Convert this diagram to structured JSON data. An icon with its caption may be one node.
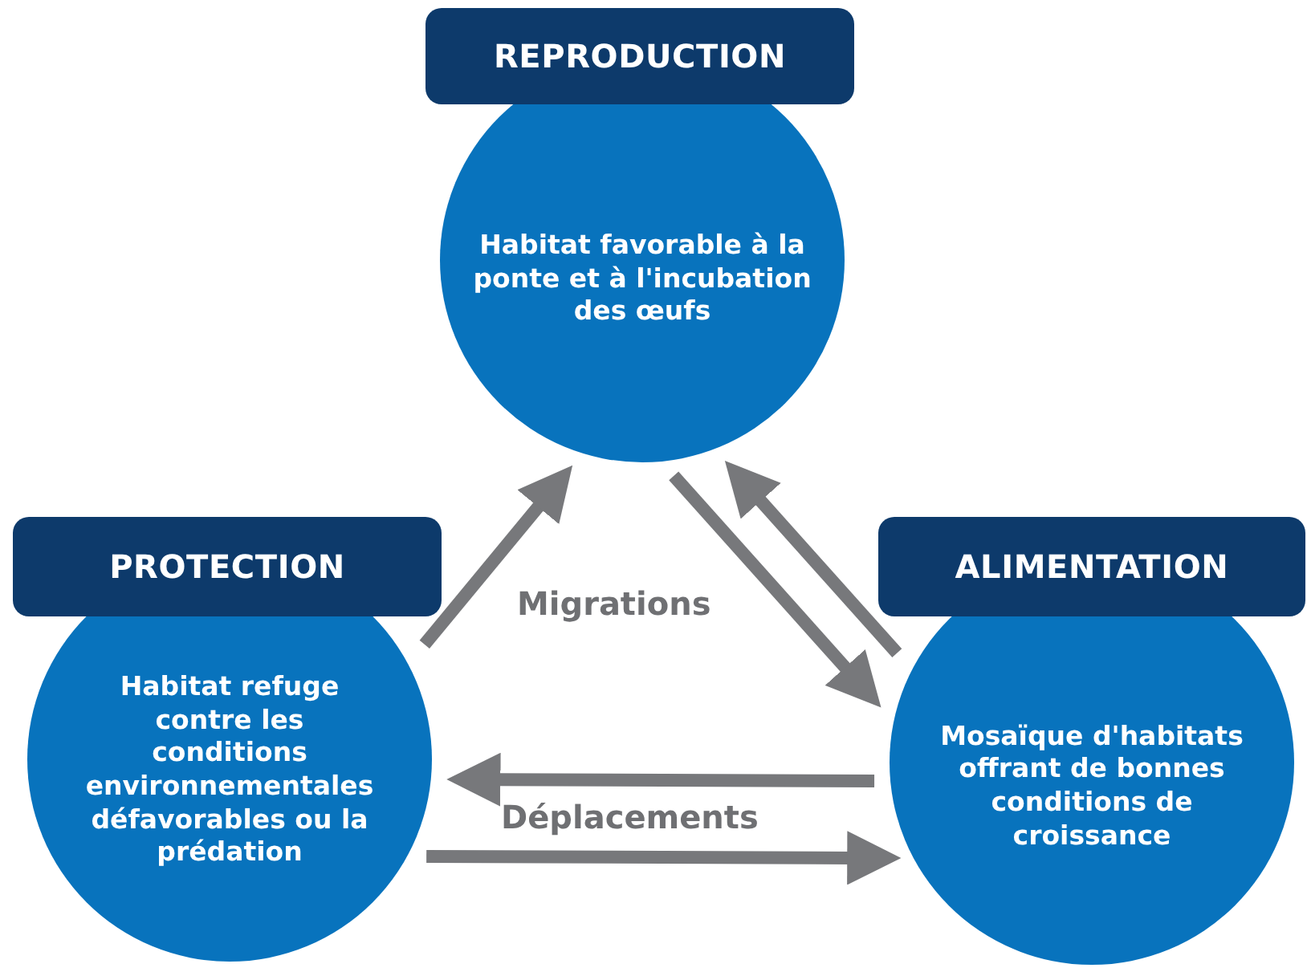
{
  "diagram": {
    "nodes": [
      {
        "text": [
          "REPRODUCTION",
          "Habitat favorable à la ponte et à l'incubation des œufs"
        ]
      },
      {
        "text": [
          "PROTECTION",
          "Habitat refuge contre les conditions environnementales défavorables ou la prédation"
        ]
      },
      {
        "text": [
          "ALIMENTATION",
          "Mosaïque d'habitats offrant de bonnes conditions de croissance"
        ]
      }
    ],
    "edges": [
      {
        "from": 1,
        "to": 0,
        "arrow": "to"
      },
      {
        "from": 0,
        "to": 2,
        "arrow": "to"
      },
      {
        "from": 2,
        "to": 0,
        "arrow": "to"
      },
      {
        "from": 2,
        "to": 1,
        "arrow": "to"
      },
      {
        "from": 1,
        "to": 2,
        "arrow": "to"
      }
    ],
    "labels": [
      "Migrations",
      "Déplacements"
    ]
  }
}
